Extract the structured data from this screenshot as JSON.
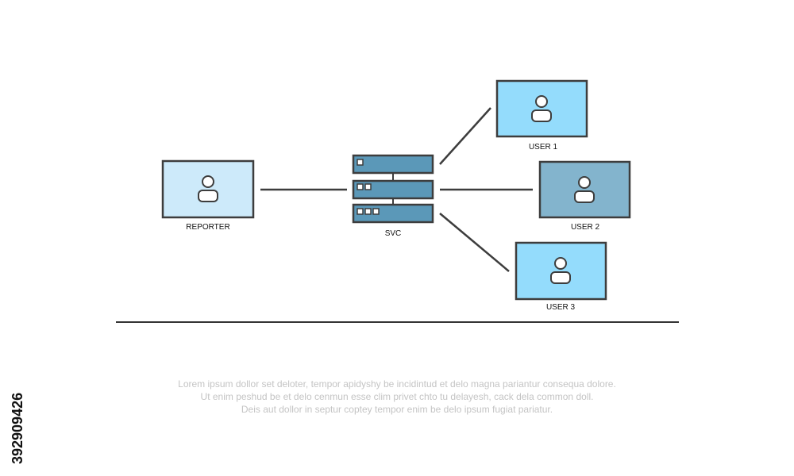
{
  "diagram": {
    "nodes": {
      "reporter": {
        "label": "REPORTER",
        "fill": "#cdeafa"
      },
      "server": {
        "label": "SVC",
        "fill": "#5b98b8"
      },
      "user1": {
        "label": "USER 1",
        "fill": "#94dcfc"
      },
      "user2": {
        "label": "USER 2",
        "fill": "#83b4cd"
      },
      "user3": {
        "label": "USER 3",
        "fill": "#94dcfc"
      }
    },
    "connections": [
      {
        "from": "reporter",
        "to": "server"
      },
      {
        "from": "server",
        "to": "user1"
      },
      {
        "from": "server",
        "to": "user2"
      },
      {
        "from": "server",
        "to": "user3"
      }
    ],
    "stroke_color": "#3d3d3d",
    "avatar_color": "#ffffff"
  },
  "caption": {
    "lines": [
      "Lorem ipsum dollor set deloter, tempor apidyshy be incidintud et delo magna pariantur consequa dolore.",
      "Ut enim peshud be et delo cenmun esse clim privet chto tu delayesh, cack dela common doll.",
      "Deis aut dollor in septur coptey tempor enim be delo ipsum fugiat pariatur."
    ]
  },
  "stock_id": "392909426"
}
